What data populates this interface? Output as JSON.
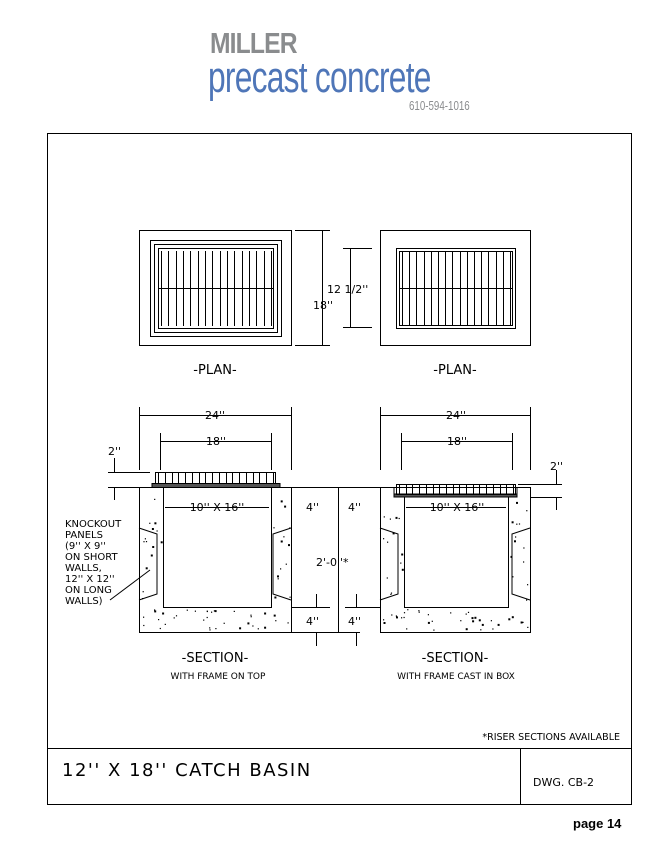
{
  "logo": {
    "line1": "MILLER",
    "line2": "precast concrete",
    "phone": "610-594-1016"
  },
  "drawing": {
    "plan_left_label": "-PLAN-",
    "plan_right_label": "-PLAN-",
    "dim_18_plan": "18''",
    "dim_12_5_plan": "12 1/2''",
    "section_left": {
      "title": "-SECTION-",
      "subtitle": "WITH FRAME ON TOP",
      "dim_24": "24''",
      "dim_18": "18''",
      "dim_2": "2''",
      "opening": "10'' X 16''",
      "wall_4": "4''",
      "base_4": "4''"
    },
    "section_right": {
      "title": "-SECTION-",
      "subtitle": "WITH FRAME CAST IN BOX",
      "dim_24": "24''",
      "dim_18": "18''",
      "dim_2": "2''",
      "opening": "10'' X 16''",
      "wall_4": "4''",
      "base_4": "4''"
    },
    "height_dim": "2'-0''*",
    "knockout_note": [
      "KNOCKOUT",
      "PANELS",
      "(9'' X 9''",
      "ON SHORT",
      "WALLS,",
      "12'' X 12''",
      "ON LONG",
      "WALLS)"
    ],
    "riser_note": "*RISER SECTIONS AVAILABLE"
  },
  "title_block": {
    "title": "12'' X 18'' CATCH BASIN",
    "drawing_number": "DWG. CB-2"
  },
  "page_label": "page 14"
}
